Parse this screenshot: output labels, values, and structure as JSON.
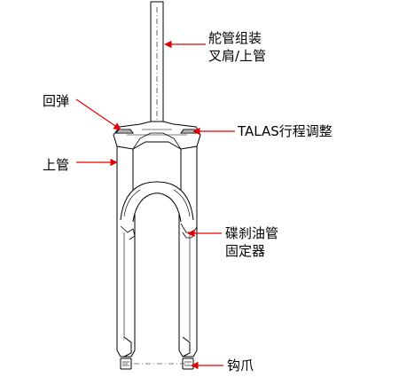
{
  "labels": {
    "steerer_line1": "舵管组装",
    "steerer_line2": "叉肩/上管",
    "rebound": "回弹",
    "talas": "TALAS行程调整",
    "upper_tube": "上管",
    "brake_line1": "碟刹油管",
    "brake_line2": "固定器",
    "dropout": "钩爪"
  },
  "colors": {
    "outline": "#000000",
    "arrow": "#e00000"
  }
}
